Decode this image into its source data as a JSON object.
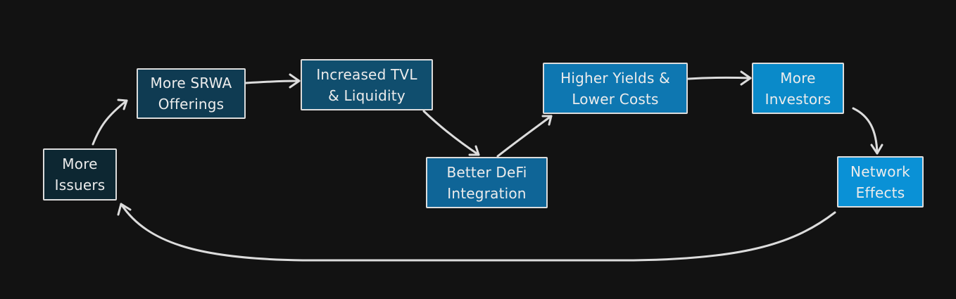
{
  "diagram": {
    "nodes": [
      {
        "id": "issuers",
        "label": "More\nIssuers",
        "fill": "#0d2732"
      },
      {
        "id": "srwa",
        "label": "More SRWA\nOfferings",
        "fill": "#0f3b52"
      },
      {
        "id": "tvl",
        "label": "Increased TVL\n& Liquidity",
        "fill": "#104e6e"
      },
      {
        "id": "defi",
        "label": "Better DeFi\nIntegration",
        "fill": "#0f6597"
      },
      {
        "id": "yields",
        "label": "Higher Yields &\nLower Costs",
        "fill": "#0e77b1"
      },
      {
        "id": "investors",
        "label": "More\nInvestors",
        "fill": "#0a8ac9"
      },
      {
        "id": "network",
        "label": "Network\nEffects",
        "fill": "#0a91d6"
      }
    ],
    "edges": [
      {
        "from": "issuers",
        "to": "srwa"
      },
      {
        "from": "srwa",
        "to": "tvl"
      },
      {
        "from": "tvl",
        "to": "defi"
      },
      {
        "from": "defi",
        "to": "yields"
      },
      {
        "from": "yields",
        "to": "investors"
      },
      {
        "from": "investors",
        "to": "network"
      },
      {
        "from": "network",
        "to": "issuers"
      }
    ]
  }
}
